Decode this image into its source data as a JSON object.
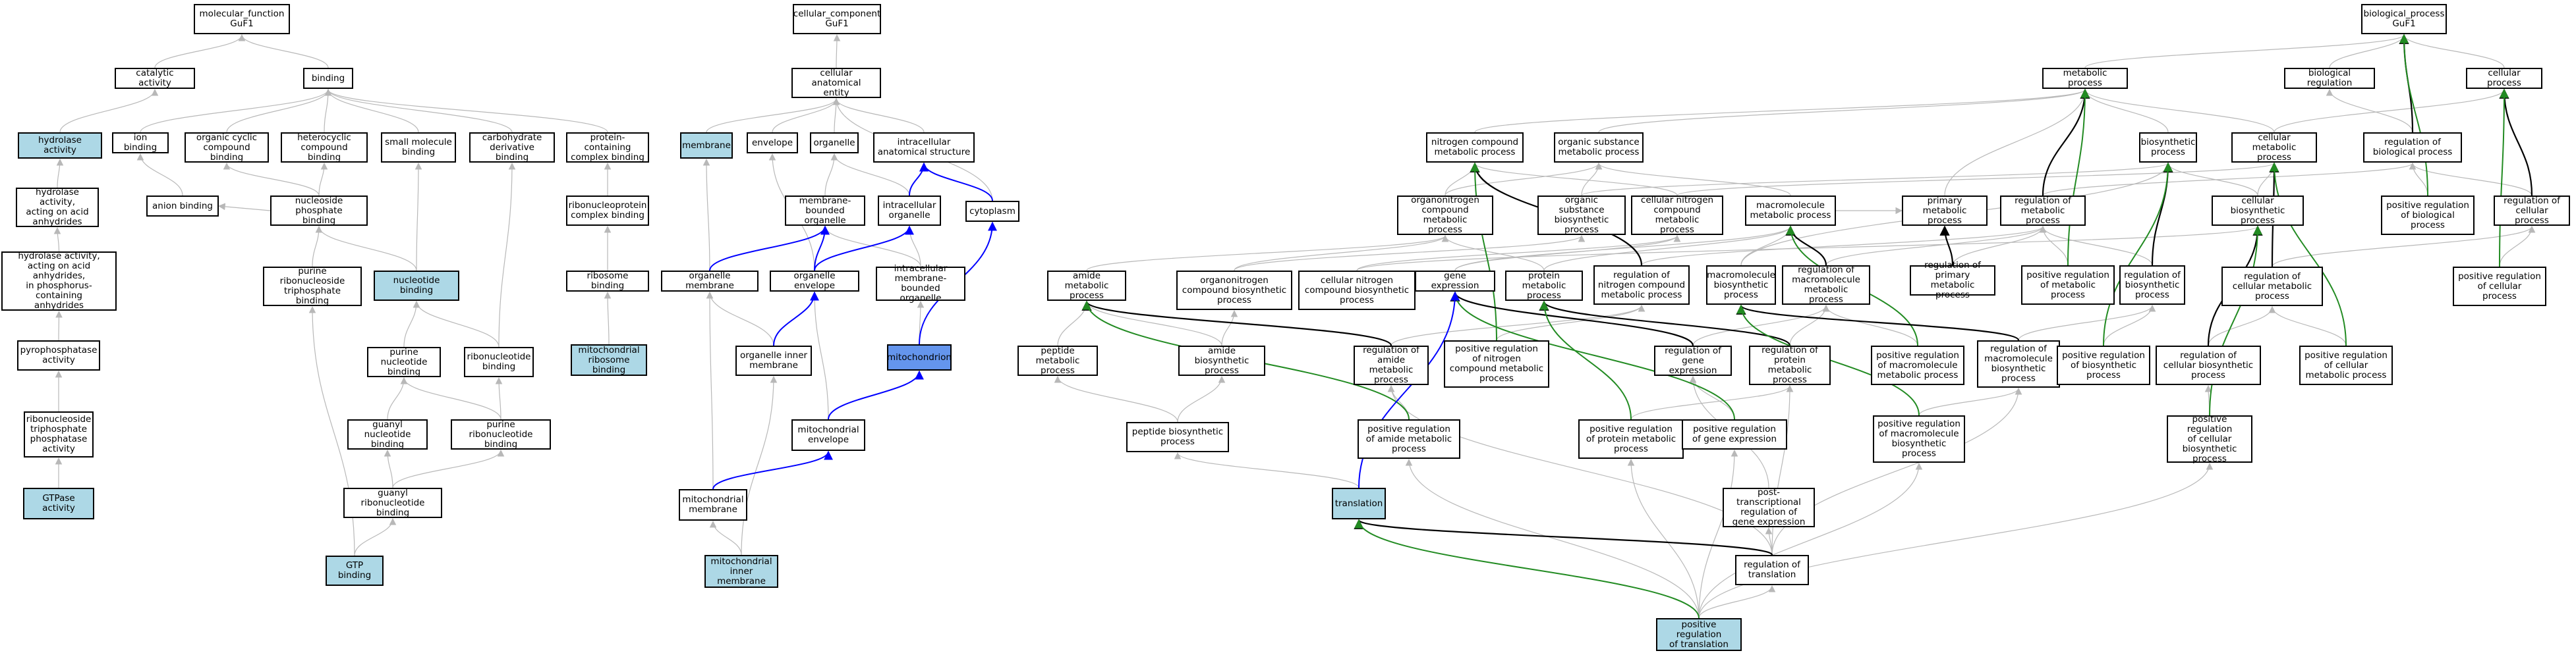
{
  "colors": {
    "default_fill": "#ffffff",
    "highlight_fill": "#add8e6",
    "strong_fill": "#6495ed",
    "edge_gray": "#b8b8b8",
    "edge_black": "#000000",
    "edge_blue": "#0000ff",
    "edge_green": "#228b22"
  },
  "nodes": {
    "mf": "molecular_function\nGuF1",
    "catalytic": "catalytic activity",
    "binding": "binding",
    "hydrolase": "hydrolase activity",
    "hydro_anh": "hydrolase activity,\nacting on acid\nanhydrides",
    "hydro_phos": "hydrolase activity,\nacting on acid\nanhydrides,\nin phosphorus-containing\nanhydrides",
    "pyrophos": "pyrophosphatase\nactivity",
    "ntpase": "ribonucleoside\ntriphosphate\nphosphatase\nactivity",
    "gtpase": "GTPase activity",
    "ion": "ion binding",
    "anion": "anion binding",
    "org_cyclic": "organic cyclic\ncompound binding",
    "heterocyclic": "heterocyclic\ncompound binding",
    "small_mol": "small molecule\nbinding",
    "carb_deriv": "carbohydrate\nderivative binding",
    "nuc_phos": "nucleoside phosphate\nbinding",
    "purine_nt_tp": "purine ribonucleoside\ntriphosphate\nbinding",
    "nucleotide": "nucleotide binding",
    "purine_nt": "purine nucleotide\nbinding",
    "ribonucleotide": "ribonucleotide\nbinding",
    "guanyl_nt": "guanyl nucleotide\nbinding",
    "purine_ribo": "purine ribonucleotide\nbinding",
    "guanyl_ribo": "guanyl ribonucleotide\nbinding",
    "gtp": "GTP binding",
    "prot_complex": "protein-containing\ncomplex binding",
    "rnp_complex": "ribonucleoprotein\ncomplex binding",
    "ribosome_b": "ribosome binding",
    "mito_ribo_b": "mitochondrial\nribosome binding",
    "cc": "cellular_component\nGuF1",
    "cae": "cellular anatomical\nentity",
    "membrane": "membrane",
    "envelope": "envelope",
    "organelle": "organelle",
    "intra_anat": "intracellular\nanatomical structure",
    "mb_org": "membrane-bounded\norganelle",
    "intra_org": "intracellular\norganelle",
    "cytoplasm": "cytoplasm",
    "org_membrane": "organelle membrane",
    "org_envelope": "organelle envelope",
    "intra_mb_org": "intracellular\nmembrane-bounded\norganelle",
    "org_inner": "organelle inner\nmembrane",
    "mitochondrion": "mitochondrion",
    "mito_env": "mitochondrial\nenvelope",
    "mito_membrane": "mitochondrial\nmembrane",
    "mito_inner": "mitochondrial\ninner membrane",
    "bp": "biological_process\nGuF1",
    "metabolic": "metabolic process",
    "bio_reg": "biological regulation",
    "cellular_proc": "cellular process",
    "n_cmp_met": "nitrogen compound\nmetabolic process",
    "org_sub_met": "organic substance\nmetabolic process",
    "biosynthetic": "biosynthetic\nprocess",
    "cell_met": "cellular metabolic\nprocess",
    "reg_bio": "regulation of\nbiological process",
    "organon_met": "organonitrogen\ncompound metabolic\nprocess",
    "org_sub_bio": "organic substance\nbiosynthetic\nprocess",
    "cell_n_met": "cellular nitrogen\ncompound metabolic\nprocess",
    "macro_met": "macromolecule\nmetabolic process",
    "primary_met": "primary metabolic\nprocess",
    "reg_met": "regulation of\nmetabolic process",
    "cell_bio": "cellular biosynthetic\nprocess",
    "pos_reg_bio": "positive regulation\nof biological\nprocess",
    "reg_cell_proc": "regulation of\ncellular process",
    "amide_met": "amide metabolic\nprocess",
    "organon_bio": "organonitrogen\ncompound biosynthetic\nprocess",
    "cell_n_bio": "cellular nitrogen\ncompound biosynthetic\nprocess",
    "gene_expr": "gene expression",
    "prot_met": "protein metabolic\nprocess",
    "reg_n_met": "regulation of\nnitrogen compound\nmetabolic process",
    "macro_bio": "macromolecule\nbiosynthetic\nprocess",
    "reg_macro_met": "regulation of\nmacromolecule\nmetabolic process",
    "reg_prim_met": "regulation of\nprimary metabolic\nprocess",
    "pos_reg_met": "positive regulation\nof metabolic\nprocess",
    "reg_bio_proc": "regulation of\nbiosynthetic\nprocess",
    "reg_cell_met": "regulation of\ncellular metabolic\nprocess",
    "pos_reg_cell_proc": "positive regulation\nof cellular\nprocess",
    "peptide_met": "peptide metabolic\nprocess",
    "amide_bio": "amide biosynthetic\nprocess",
    "reg_amide": "regulation of\namide metabolic\nprocess",
    "pos_reg_n_met": "positive regulation\nof nitrogen\ncompound metabolic\nprocess",
    "reg_gene": "regulation of\ngene expression",
    "reg_prot_met": "regulation of\nprotein metabolic\nprocess",
    "pos_reg_macro_met": "positive regulation\nof macromolecule\nmetabolic process",
    "reg_macro_bio": "regulation of\nmacromolecule\nbiosynthetic\nprocess",
    "pos_reg_bio_proc": "positive regulation\nof biosynthetic\nprocess",
    "reg_cell_bio": "regulation of\ncellular biosynthetic\nprocess",
    "pos_reg_cell_met": "positive regulation\nof cellular\nmetabolic process",
    "peptide_bio": "peptide biosynthetic\nprocess",
    "pos_reg_amide": "positive regulation\nof amide metabolic\nprocess",
    "pos_reg_prot_met": "positive regulation\nof protein metabolic\nprocess",
    "pos_reg_gene": "positive regulation\nof gene expression",
    "pos_reg_macro_bio": "positive regulation\nof macromolecule\nbiosynthetic\nprocess",
    "pos_reg_cell_bio": "positive regulation\nof cellular\nbiosynthetic\nprocess",
    "translation": "translation",
    "ptr_gene": "post-transcriptional\nregulation of\ngene expression",
    "reg_transl": "regulation of\ntranslation",
    "pos_reg_transl": "positive regulation\nof translation"
  },
  "highlighted": [
    "hydrolase",
    "gtpase",
    "nucleotide",
    "gtp",
    "mito_ribo_b",
    "membrane",
    "mito_inner",
    "translation",
    "pos_reg_transl"
  ],
  "strong_highlighted": [
    "mitochondrion"
  ],
  "edges": [
    [
      "catalytic",
      "mf",
      "gray"
    ],
    [
      "binding",
      "mf",
      "gray"
    ],
    [
      "hydrolase",
      "catalytic",
      "gray"
    ],
    [
      "hydro_anh",
      "hydrolase",
      "gray"
    ],
    [
      "hydro_phos",
      "hydro_anh",
      "gray"
    ],
    [
      "pyrophos",
      "hydro_phos",
      "gray"
    ],
    [
      "ntpase",
      "pyrophos",
      "gray"
    ],
    [
      "gtpase",
      "ntpase",
      "gray"
    ],
    [
      "ion",
      "binding",
      "gray"
    ],
    [
      "org_cyclic",
      "binding",
      "gray"
    ],
    [
      "heterocyclic",
      "binding",
      "gray"
    ],
    [
      "small_mol",
      "binding",
      "gray"
    ],
    [
      "carb_deriv",
      "binding",
      "gray"
    ],
    [
      "anion",
      "ion",
      "gray"
    ],
    [
      "nuc_phos",
      "org_cyclic",
      "gray"
    ],
    [
      "nuc_phos",
      "heterocyclic",
      "gray"
    ],
    [
      "nuc_phos",
      "anion",
      "gray"
    ],
    [
      "purine_nt_tp",
      "nuc_phos",
      "gray"
    ],
    [
      "nucleotide",
      "nuc_phos",
      "gray"
    ],
    [
      "nucleotide",
      "small_mol",
      "gray"
    ],
    [
      "purine_nt",
      "nucleotide",
      "gray"
    ],
    [
      "ribonucleotide",
      "nucleotide",
      "gray"
    ],
    [
      "ribonucleotide",
      "carb_deriv",
      "gray"
    ],
    [
      "guanyl_nt",
      "purine_nt",
      "gray"
    ],
    [
      "purine_ribo",
      "purine_nt",
      "gray"
    ],
    [
      "purine_ribo",
      "ribonucleotide",
      "gray"
    ],
    [
      "guanyl_ribo",
      "guanyl_nt",
      "gray"
    ],
    [
      "guanyl_ribo",
      "purine_ribo",
      "gray"
    ],
    [
      "gtp",
      "guanyl_ribo",
      "gray"
    ],
    [
      "gtp",
      "purine_nt_tp",
      "gray"
    ],
    [
      "prot_complex",
      "binding",
      "gray"
    ],
    [
      "rnp_complex",
      "prot_complex",
      "gray"
    ],
    [
      "ribosome_b",
      "rnp_complex",
      "gray"
    ],
    [
      "mito_ribo_b",
      "ribosome_b",
      "gray"
    ],
    [
      "cae",
      "cc",
      "gray"
    ],
    [
      "membrane",
      "cae",
      "gray"
    ],
    [
      "envelope",
      "cae",
      "gray"
    ],
    [
      "organelle",
      "cae",
      "gray"
    ],
    [
      "intra_anat",
      "cae",
      "gray"
    ],
    [
      "cytoplasm",
      "cae",
      "gray"
    ],
    [
      "mb_org",
      "organelle",
      "gray"
    ],
    [
      "intra_org",
      "organelle",
      "gray"
    ],
    [
      "intra_org",
      "intra_anat",
      "blue"
    ],
    [
      "cytoplasm",
      "intra_anat",
      "blue"
    ],
    [
      "org_envelope",
      "envelope",
      "gray"
    ],
    [
      "org_envelope",
      "mb_org",
      "blue"
    ],
    [
      "org_envelope",
      "intra_org",
      "blue"
    ],
    [
      "org_membrane",
      "membrane",
      "gray"
    ],
    [
      "org_membrane",
      "mb_org",
      "blue"
    ],
    [
      "intra_mb_org",
      "mb_org",
      "gray"
    ],
    [
      "intra_mb_org",
      "intra_org",
      "gray"
    ],
    [
      "mitochondrion",
      "intra_mb_org",
      "gray"
    ],
    [
      "mitochondrion",
      "cytoplasm",
      "blue"
    ],
    [
      "org_inner",
      "org_membrane",
      "gray"
    ],
    [
      "org_inner",
      "org_envelope",
      "blue"
    ],
    [
      "mito_env",
      "org_envelope",
      "gray"
    ],
    [
      "mito_env",
      "mitochondrion",
      "blue"
    ],
    [
      "mito_membrane",
      "org_membrane",
      "gray"
    ],
    [
      "mito_membrane",
      "mito_env",
      "blue"
    ],
    [
      "mito_inner",
      "mito_membrane",
      "gray"
    ],
    [
      "mito_inner",
      "org_inner",
      "gray"
    ],
    [
      "metabolic",
      "bp",
      "gray"
    ],
    [
      "bio_reg",
      "bp",
      "gray"
    ],
    [
      "cellular_proc",
      "bp",
      "gray"
    ],
    [
      "n_cmp_met",
      "metabolic",
      "gray"
    ],
    [
      "org_sub_met",
      "metabolic",
      "gray"
    ],
    [
      "biosynthetic",
      "metabolic",
      "gray"
    ],
    [
      "cell_met",
      "metabolic",
      "gray"
    ],
    [
      "cell_met",
      "cellular_proc",
      "gray"
    ],
    [
      "reg_bio",
      "bio_reg",
      "gray"
    ],
    [
      "reg_bio",
      "bp",
      "black"
    ],
    [
      "organon_met",
      "n_cmp_met",
      "gray"
    ],
    [
      "organon_met",
      "org_sub_met",
      "gray"
    ],
    [
      "org_sub_bio",
      "org_sub_met",
      "gray"
    ],
    [
      "org_sub_bio",
      "biosynthetic",
      "gray"
    ],
    [
      "cell_n_met",
      "n_cmp_met",
      "gray"
    ],
    [
      "cell_n_met",
      "cell_met",
      "gray"
    ],
    [
      "macro_met",
      "org_sub_met",
      "gray"
    ],
    [
      "macro_met",
      "primary_met",
      "gray"
    ],
    [
      "primary_met",
      "metabolic",
      "gray"
    ],
    [
      "reg_met",
      "metabolic",
      "black"
    ],
    [
      "reg_met",
      "reg_bio",
      "gray"
    ],
    [
      "cell_bio",
      "biosynthetic",
      "gray"
    ],
    [
      "cell_bio",
      "cell_met",
      "gray"
    ],
    [
      "pos_reg_bio",
      "reg_bio",
      "gray"
    ],
    [
      "pos_reg_bio",
      "bp",
      "green"
    ],
    [
      "reg_cell_proc",
      "cellular_proc",
      "black"
    ],
    [
      "reg_cell_proc",
      "reg_bio",
      "gray"
    ],
    [
      "amide_met",
      "organon_met",
      "gray"
    ],
    [
      "organon_bio",
      "organon_met",
      "gray"
    ],
    [
      "organon_bio",
      "org_sub_bio",
      "gray"
    ],
    [
      "cell_n_bio",
      "cell_n_met",
      "gray"
    ],
    [
      "cell_n_bio",
      "cell_bio",
      "gray"
    ],
    [
      "gene_expr",
      "macro_met",
      "gray"
    ],
    [
      "gene_expr",
      "cell_n_met",
      "gray"
    ],
    [
      "prot_met",
      "organon_met",
      "gray"
    ],
    [
      "prot_met",
      "macro_met",
      "gray"
    ],
    [
      "reg_n_met",
      "n_cmp_met",
      "black"
    ],
    [
      "reg_n_met",
      "reg_met",
      "gray"
    ],
    [
      "macro_bio",
      "macro_met",
      "gray"
    ],
    [
      "macro_bio",
      "biosynthetic",
      "gray"
    ],
    [
      "reg_macro_met",
      "macro_met",
      "black"
    ],
    [
      "reg_macro_met",
      "reg_met",
      "gray"
    ],
    [
      "reg_prim_met",
      "primary_met",
      "black"
    ],
    [
      "reg_prim_met",
      "reg_met",
      "gray"
    ],
    [
      "pos_reg_met",
      "reg_met",
      "gray"
    ],
    [
      "pos_reg_met",
      "metabolic",
      "green"
    ],
    [
      "reg_bio_proc",
      "biosynthetic",
      "black"
    ],
    [
      "reg_bio_proc",
      "reg_met",
      "gray"
    ],
    [
      "reg_cell_met",
      "cell_met",
      "black"
    ],
    [
      "reg_cell_met",
      "reg_cell_proc",
      "gray"
    ],
    [
      "pos_reg_cell_proc",
      "reg_cell_proc",
      "gray"
    ],
    [
      "pos_reg_cell_proc",
      "cellular_proc",
      "green"
    ],
    [
      "peptide_met",
      "amide_met",
      "gray"
    ],
    [
      "amide_bio",
      "amide_met",
      "gray"
    ],
    [
      "amide_bio",
      "organon_bio",
      "gray"
    ],
    [
      "reg_amide",
      "amide_met",
      "black"
    ],
    [
      "reg_amide",
      "reg_n_met",
      "gray"
    ],
    [
      "pos_reg_n_met",
      "reg_n_met",
      "gray"
    ],
    [
      "pos_reg_n_met",
      "n_cmp_met",
      "green"
    ],
    [
      "reg_gene",
      "gene_expr",
      "black"
    ],
    [
      "reg_gene",
      "reg_macro_met",
      "gray"
    ],
    [
      "reg_prot_met",
      "prot_met",
      "black"
    ],
    [
      "reg_prot_met",
      "reg_macro_met",
      "gray"
    ],
    [
      "pos_reg_macro_met",
      "reg_macro_met",
      "gray"
    ],
    [
      "pos_reg_macro_met",
      "macro_met",
      "green"
    ],
    [
      "reg_macro_bio",
      "macro_bio",
      "black"
    ],
    [
      "reg_macro_bio",
      "reg_bio_proc",
      "gray"
    ],
    [
      "pos_reg_bio_proc",
      "reg_bio_proc",
      "gray"
    ],
    [
      "pos_reg_bio_proc",
      "biosynthetic",
      "green"
    ],
    [
      "reg_cell_bio",
      "cell_bio",
      "black"
    ],
    [
      "reg_cell_bio",
      "reg_cell_met",
      "gray"
    ],
    [
      "pos_reg_cell_met",
      "reg_cell_met",
      "gray"
    ],
    [
      "pos_reg_cell_met",
      "cell_met",
      "green"
    ],
    [
      "peptide_bio",
      "peptide_met",
      "gray"
    ],
    [
      "peptide_bio",
      "amide_bio",
      "gray"
    ],
    [
      "pos_reg_amide",
      "reg_amide",
      "gray"
    ],
    [
      "pos_reg_amide",
      "amide_met",
      "green"
    ],
    [
      "pos_reg_prot_met",
      "reg_prot_met",
      "gray"
    ],
    [
      "pos_reg_prot_met",
      "prot_met",
      "green"
    ],
    [
      "pos_reg_gene",
      "reg_gene",
      "gray"
    ],
    [
      "pos_reg_gene",
      "gene_expr",
      "green"
    ],
    [
      "pos_reg_macro_bio",
      "reg_macro_bio",
      "gray"
    ],
    [
      "pos_reg_macro_bio",
      "macro_bio",
      "green"
    ],
    [
      "pos_reg_cell_bio",
      "reg_cell_bio",
      "gray"
    ],
    [
      "pos_reg_cell_bio",
      "cell_bio",
      "green"
    ],
    [
      "translation",
      "peptide_bio",
      "gray"
    ],
    [
      "translation",
      "gene_expr",
      "blue"
    ],
    [
      "ptr_gene",
      "reg_gene",
      "gray"
    ],
    [
      "reg_transl",
      "translation",
      "black"
    ],
    [
      "reg_transl",
      "ptr_gene",
      "gray"
    ],
    [
      "reg_transl",
      "reg_amide",
      "gray"
    ],
    [
      "reg_transl",
      "reg_prot_met",
      "gray"
    ],
    [
      "reg_transl",
      "reg_macro_bio",
      "gray"
    ],
    [
      "pos_reg_transl",
      "reg_transl",
      "gray"
    ],
    [
      "pos_reg_transl",
      "translation",
      "green"
    ],
    [
      "pos_reg_transl",
      "pos_reg_gene",
      "gray"
    ],
    [
      "pos_reg_transl",
      "pos_reg_prot_met",
      "gray"
    ],
    [
      "pos_reg_transl",
      "pos_reg_amide",
      "gray"
    ],
    [
      "pos_reg_transl",
      "pos_reg_macro_bio",
      "gray"
    ],
    [
      "pos_reg_transl",
      "pos_reg_cell_bio",
      "gray"
    ]
  ]
}
